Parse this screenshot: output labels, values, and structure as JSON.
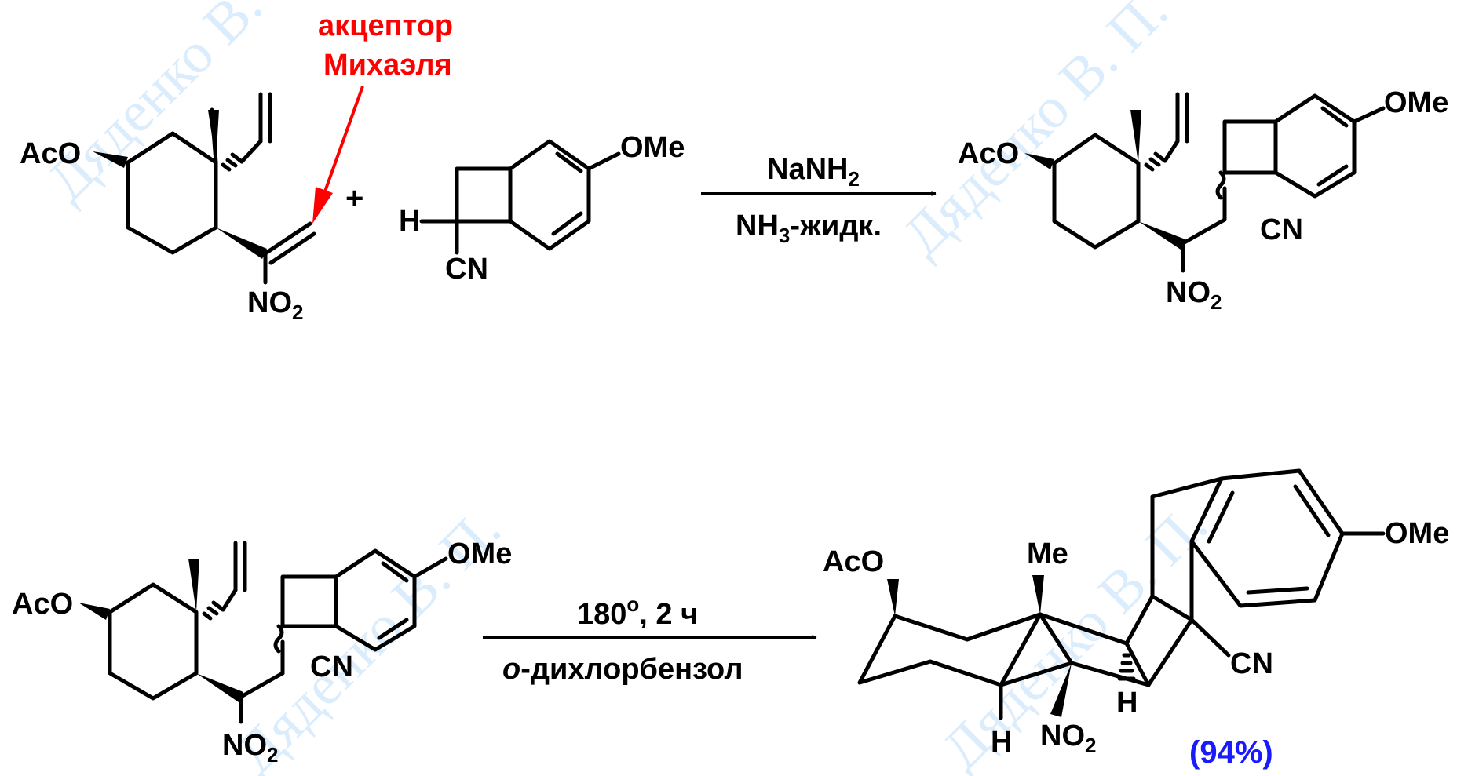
{
  "watermark": "Дяденко В. П.",
  "annotation": {
    "line1": "акцептор",
    "line2": "Михаэля",
    "color": "#ff0000"
  },
  "yield_color": "#1a1aff",
  "reaction1": {
    "reactant_a": {
      "aco": "AcO",
      "no2": "NO",
      "no2_sub": "2"
    },
    "plus": "+",
    "reactant_b": {
      "h": "H",
      "cn": "CN",
      "ome": "OMe"
    },
    "reagent_top": {
      "base": "NaNH",
      "sub": "2"
    },
    "reagent_bottom": {
      "base": "NH",
      "sub": "3",
      "rest": "-жидк."
    },
    "product": {
      "aco": "AcO",
      "ome": "OMe",
      "cn": "CN",
      "no2": "NO",
      "no2_sub": "2"
    }
  },
  "reaction2": {
    "reactant": {
      "aco": "AcO",
      "ome": "OMe",
      "cn": "CN",
      "no2": "NO",
      "no2_sub": "2"
    },
    "condition_top": {
      "temp": "180",
      "sup": "o",
      "rest": ", 2 ч"
    },
    "condition_bottom": {
      "italic": "o",
      "rest": "-дихлорбензол"
    },
    "product": {
      "aco": "AcO",
      "me": "Me",
      "ome": "OMe",
      "cn": "CN",
      "h1": "H",
      "h2": "H",
      "no2": "NO",
      "no2_sub": "2"
    },
    "yield": "(94%)"
  }
}
